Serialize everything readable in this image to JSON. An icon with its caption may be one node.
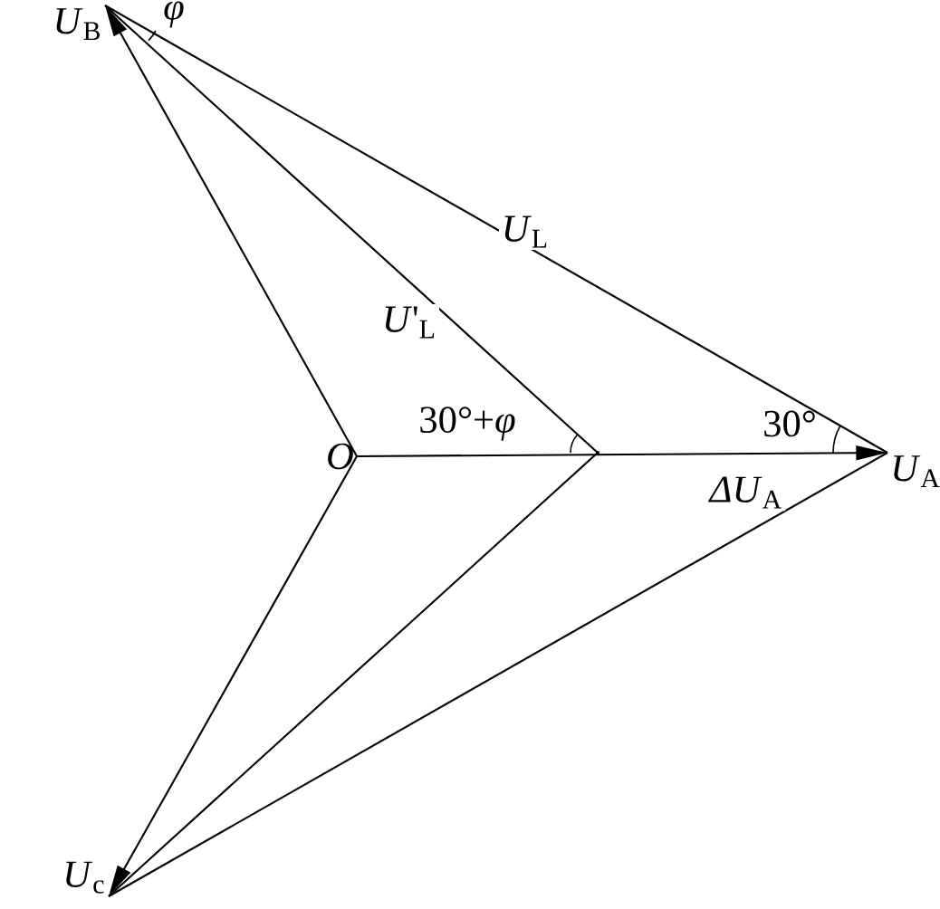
{
  "diagram": {
    "nodes": [
      {
        "text": [
          "*O*"
        ]
      },
      {
        "text": [
          "*U*$_{A}$"
        ]
      },
      {
        "text": [
          "*U*$_{B}$"
        ]
      },
      {
        "text": [
          "*U*$_{c}$"
        ]
      },
      {
        "text": [],
        "shape": "point"
      }
    ],
    "edges": [
      {
        "from": 0,
        "to": 1,
        "arrow": "to",
        "label": "*ΔU*$_{A}$"
      },
      {
        "from": 0,
        "to": 2,
        "arrow": "to"
      },
      {
        "from": 0,
        "to": 3,
        "arrow": "to"
      },
      {
        "from": 1,
        "to": 2,
        "arrow": "none",
        "label": "*U*$_{L}$"
      },
      {
        "from": 4,
        "to": 2,
        "arrow": "none",
        "label": "*U*'$_{L}$"
      },
      {
        "from": 4,
        "to": 3,
        "arrow": "none"
      },
      {
        "from": 1,
        "to": 3,
        "arrow": "none"
      }
    ],
    "labels": [
      "*φ*",
      "30°+*φ*",
      "30°"
    ]
  }
}
